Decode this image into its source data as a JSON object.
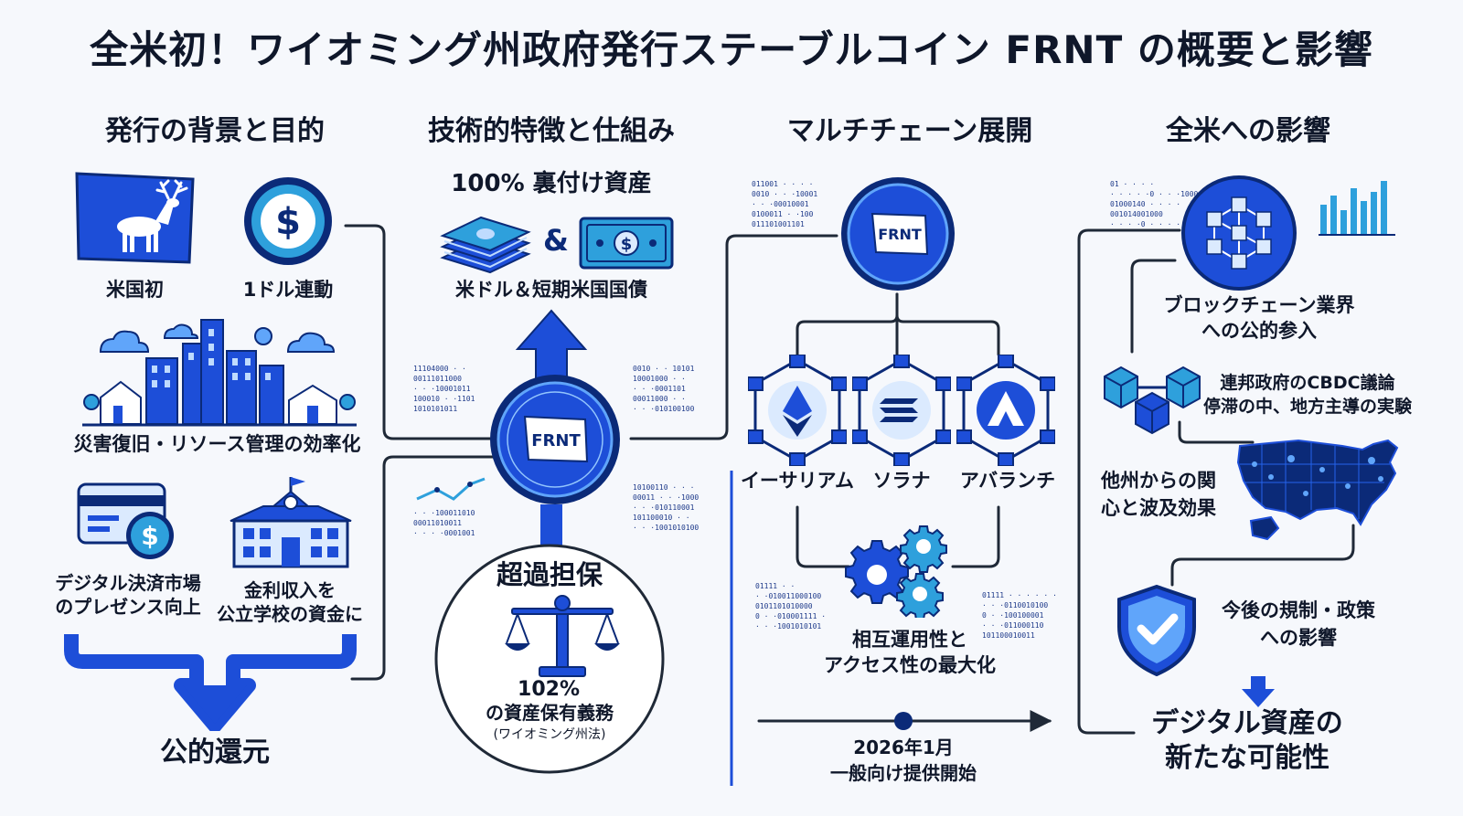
{
  "title": "全米初！ワイオミング州政府発行ステーブルコイン FRNT の概要と影響",
  "colors": {
    "primary": "#1d4ed8",
    "navy": "#0b2a78",
    "sky": "#2ea0dc",
    "light": "#60a5fa",
    "line": "#1f2937",
    "bg": "#f6f8fc"
  },
  "columns": {
    "background": {
      "title": "発行の背景と目的",
      "first_in_us": "米国初",
      "dollar_peg": "1ドル連動",
      "disaster": "災害復旧・リソース管理の効率化",
      "digital_payment": [
        "デジタル決済市場",
        "のプレゼンス向上"
      ],
      "interest_income": [
        "金利収入を",
        "公立学校の資金に"
      ],
      "public_return": "公的還元"
    },
    "technical": {
      "title": "技術的特徴と仕組み",
      "backing": "100% 裏付け資産",
      "ampersand": "&",
      "assets": "米ドル＆短期米国国債",
      "coin_label": "FRNT",
      "overcollateral": "超過担保",
      "requirement_pct": "102%",
      "requirement_text": "の資産保有義務",
      "law": "(ワイオミング州法)"
    },
    "multichain": {
      "title": "マルチチェーン展開",
      "coin_label": "FRNT",
      "chains": [
        "イーサリアム",
        "ソラナ",
        "アバランチ"
      ],
      "interop": [
        "相互運用性と",
        "アクセス性の最大化"
      ],
      "launch_date": "2026年1月",
      "launch_text": "一般向け提供開始"
    },
    "impact": {
      "title": "全米への影響",
      "blockchain": [
        "ブロックチェーン業界",
        "への公的参入"
      ],
      "cbdc": [
        "連邦政府のCBDC議論",
        "停滞の中、地方主導の実験"
      ],
      "other_states": [
        "他州からの関",
        "心と波及効果"
      ],
      "regulation": [
        "今後の規制・政策",
        "への影響"
      ],
      "new_possibility": [
        "デジタル資産の",
        "新たな可能性"
      ]
    }
  },
  "icons": {
    "elk": "wyoming-elk-icon",
    "dollar": "dollar-coin-icon",
    "city": "city-skyline-icon",
    "card": "card-payment-icon",
    "school": "school-building-icon",
    "cash": "cash-stack-icon",
    "bill": "dollar-bill-icon",
    "coin": "frnt-coin-icon",
    "scale": "balance-scale-icon",
    "eth": "ethereum-icon",
    "sol": "solana-icon",
    "avax": "avalanche-icon",
    "gears": "gears-icon",
    "blocks": "blockchain-icon",
    "bars": "bar-chart-icon",
    "cubes": "cubes-icon",
    "map": "us-map-icon",
    "shield": "shield-check-icon"
  }
}
